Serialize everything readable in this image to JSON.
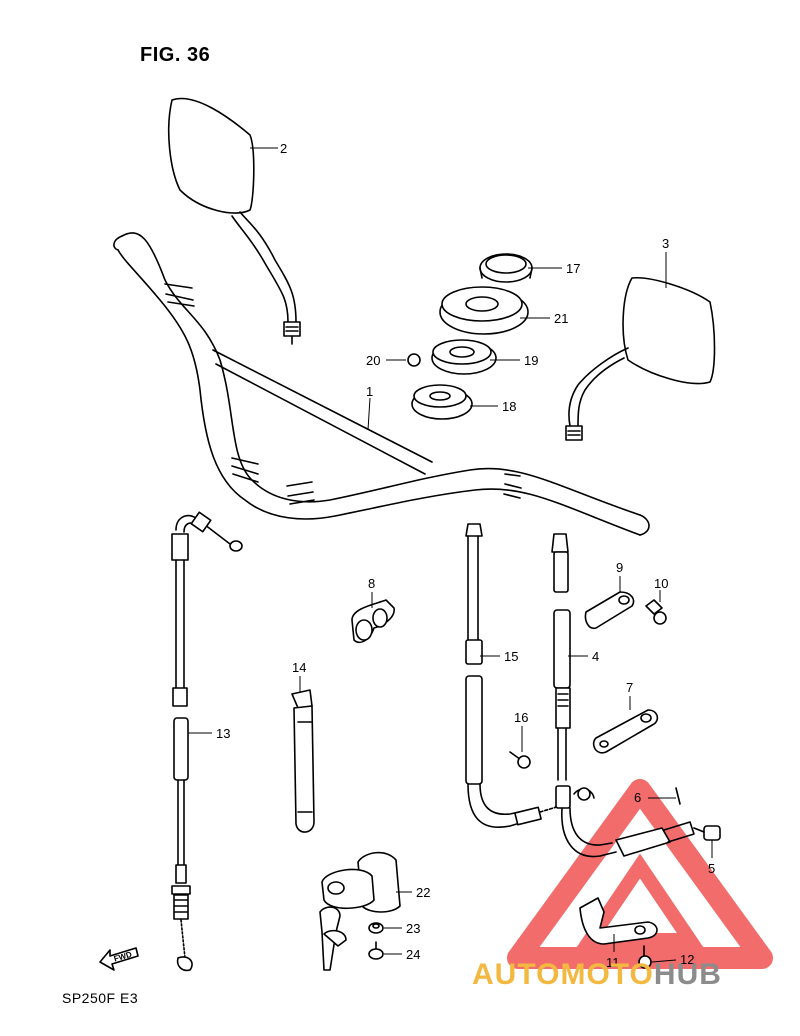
{
  "figure": {
    "title": "FIG. 36",
    "model_code": "SP250F  E3",
    "fwd_label": "FWD"
  },
  "watermark": {
    "brand_part1": "AUTOMOTO",
    "brand_part2": "HUB",
    "brand_color_1": "#f3b840",
    "brand_color_2": "#8c8c8c",
    "logo_color": "#ee3b3b"
  },
  "parts": [
    {
      "ref": "1"
    },
    {
      "ref": "2"
    },
    {
      "ref": "3"
    },
    {
      "ref": "4"
    },
    {
      "ref": "5"
    },
    {
      "ref": "6"
    },
    {
      "ref": "7"
    },
    {
      "ref": "8"
    },
    {
      "ref": "9"
    },
    {
      "ref": "10"
    },
    {
      "ref": "11"
    },
    {
      "ref": "12"
    },
    {
      "ref": "13"
    },
    {
      "ref": "14"
    },
    {
      "ref": "15"
    },
    {
      "ref": "16"
    },
    {
      "ref": "17"
    },
    {
      "ref": "18"
    },
    {
      "ref": "19"
    },
    {
      "ref": "20"
    },
    {
      "ref": "21"
    },
    {
      "ref": "22"
    },
    {
      "ref": "23"
    },
    {
      "ref": "24"
    }
  ]
}
